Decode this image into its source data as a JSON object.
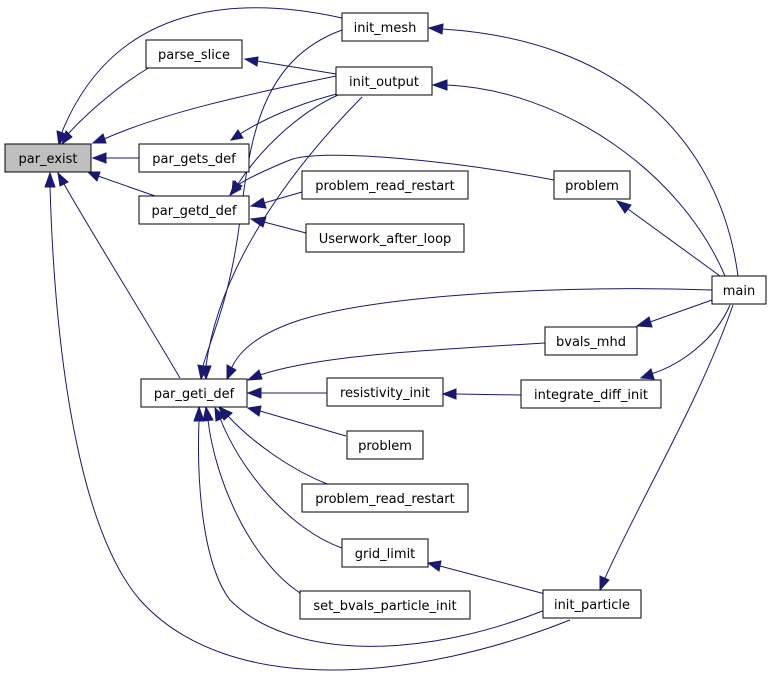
{
  "nodes": {
    "par_exist": "par_exist",
    "parse_slice": "parse_slice",
    "par_gets_def": "par_gets_def",
    "par_getd_def": "par_getd_def",
    "par_geti_def": "par_geti_def",
    "init_mesh": "init_mesh",
    "init_output": "init_output",
    "problem_read_restart_1": "problem_read_restart",
    "userwork_after_loop": "Userwork_after_loop",
    "problem_1": "problem",
    "main": "main",
    "bvals_mhd": "bvals_mhd",
    "resistivity_init": "resistivity_init",
    "integrate_diff_init": "integrate_diff_init",
    "problem_2": "problem",
    "problem_read_restart_2": "problem_read_restart",
    "grid_limit": "grid_limit",
    "set_bvals_particle_init": "set_bvals_particle_init",
    "init_particle": "init_particle"
  },
  "highlighted_node": "par_exist",
  "colors": {
    "edge": "#191970",
    "highlight_fill": "#bfbfbf"
  }
}
